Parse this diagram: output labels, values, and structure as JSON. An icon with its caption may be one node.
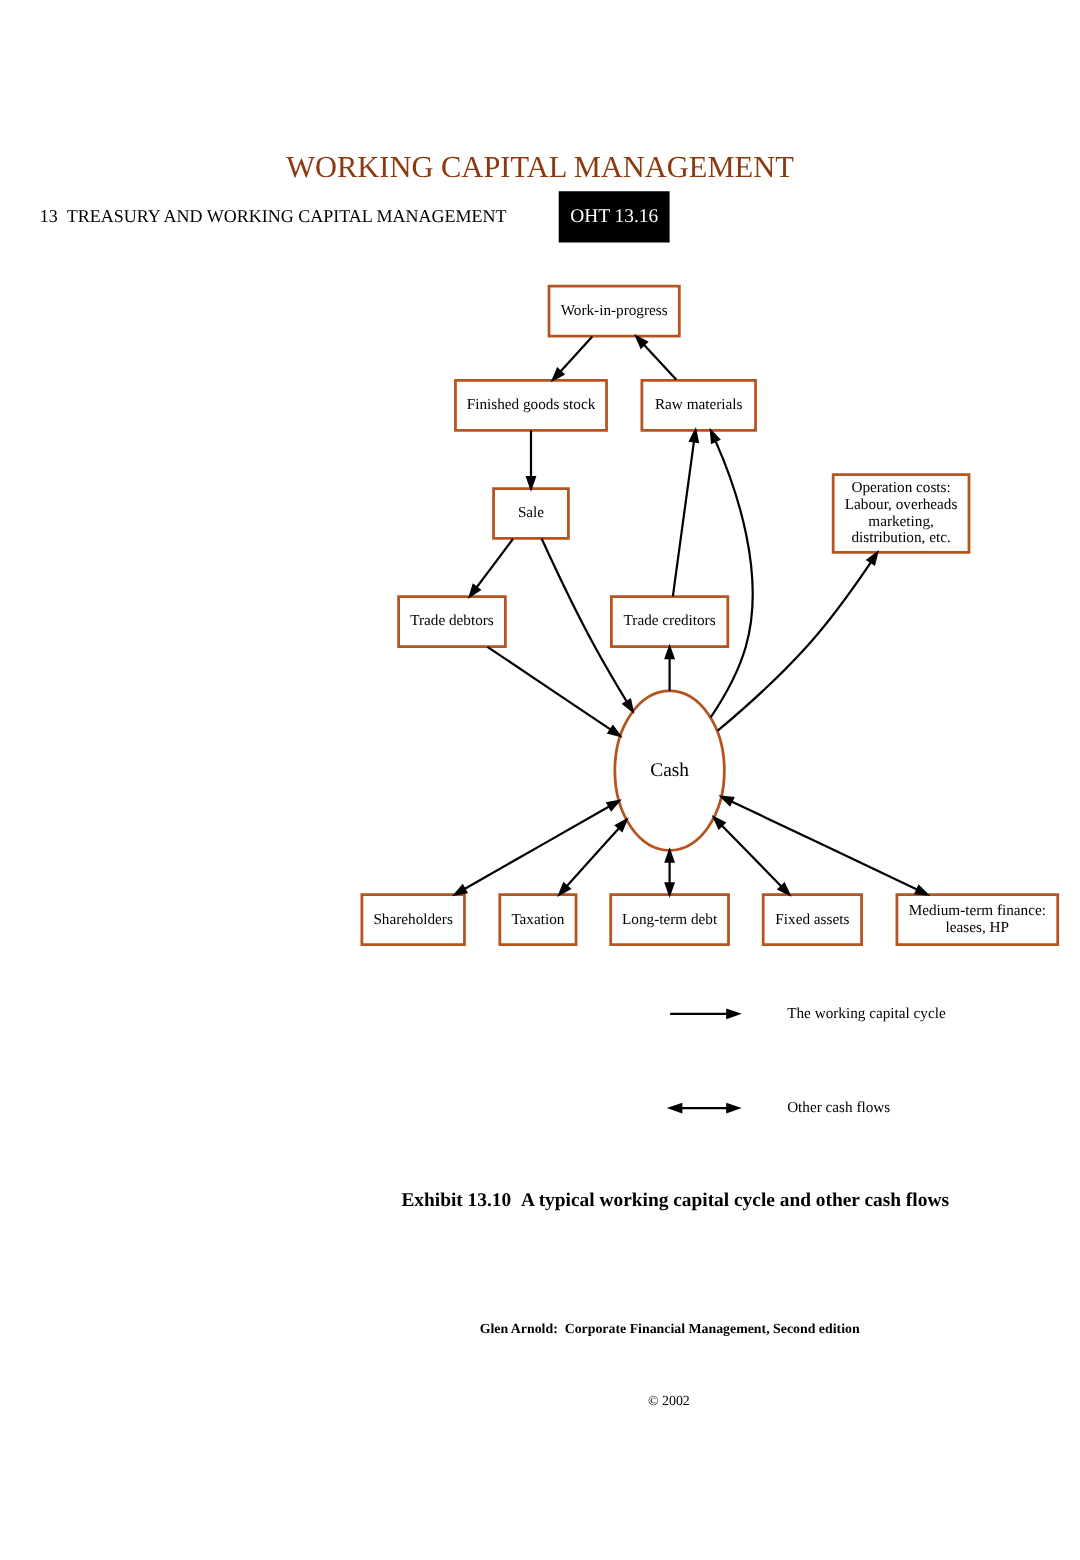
{
  "diagram": {
    "title": "WORKING CAPITAL MANAGEMENT",
    "caption": "Exhibit 13.10  A typical working capital cycle and other cash flows",
    "nodes": [
      {
        "text": [
          "OHT 13.16"
        ]
      },
      {
        "text": [
          "Work-in-progress"
        ]
      },
      {
        "text": [
          "Raw materials"
        ]
      },
      {
        "text": [
          "Finished goods stock"
        ]
      },
      {
        "text": [
          "Operation costs: Labour, overheads marketing, distribution, etc."
        ]
      },
      {
        "text": [
          "Sale"
        ]
      },
      {
        "text": [
          "Trade creditors"
        ]
      },
      {
        "text": [
          "Trade debtors"
        ]
      },
      {
        "text": [
          "Cash"
        ]
      },
      {
        "text": [
          "Shareholders"
        ]
      },
      {
        "text": [
          "Taxation"
        ]
      },
      {
        "text": [
          "Long-term debt"
        ]
      },
      {
        "text": [
          "Fixed assets"
        ]
      },
      {
        "text": [
          "Medium-term finance: leases, HP"
        ]
      }
    ],
    "edges": [
      {
        "from": 2,
        "to": 1,
        "arrow": "to"
      },
      {
        "from": 1,
        "to": 3,
        "arrow": "to"
      },
      {
        "from": 3,
        "to": 5,
        "arrow": "to"
      },
      {
        "from": 5,
        "to": 7,
        "arrow": "to"
      },
      {
        "from": 7,
        "to": 8,
        "arrow": "to"
      },
      {
        "from": 5,
        "to": 8,
        "arrow": "to"
      },
      {
        "from": 8,
        "to": 4,
        "arrow": "to"
      },
      {
        "from": 8,
        "to": 2,
        "arrow": "to"
      },
      {
        "from": 8,
        "to": 6,
        "arrow": "to"
      },
      {
        "from": 6,
        "to": 2,
        "arrow": "to"
      },
      {
        "from": 8,
        "to": 9,
        "arrow": "both"
      },
      {
        "from": 8,
        "to": 10,
        "arrow": "both"
      },
      {
        "from": 8,
        "to": 11,
        "arrow": "both"
      },
      {
        "from": 8,
        "to": 12,
        "arrow": "both"
      },
      {
        "from": 8,
        "to": 13,
        "arrow": "both"
      }
    ],
    "labels": [
      "13  TREASURY AND WORKING CAPITAL MANAGEMENT",
      "Glen Arnold:  Corporate Financial Management, Second edition",
      "© 2002"
    ],
    "legend": [
      {
        "text": "The working capital cycle"
      },
      {
        "text": "Other cash flows"
      }
    ]
  }
}
